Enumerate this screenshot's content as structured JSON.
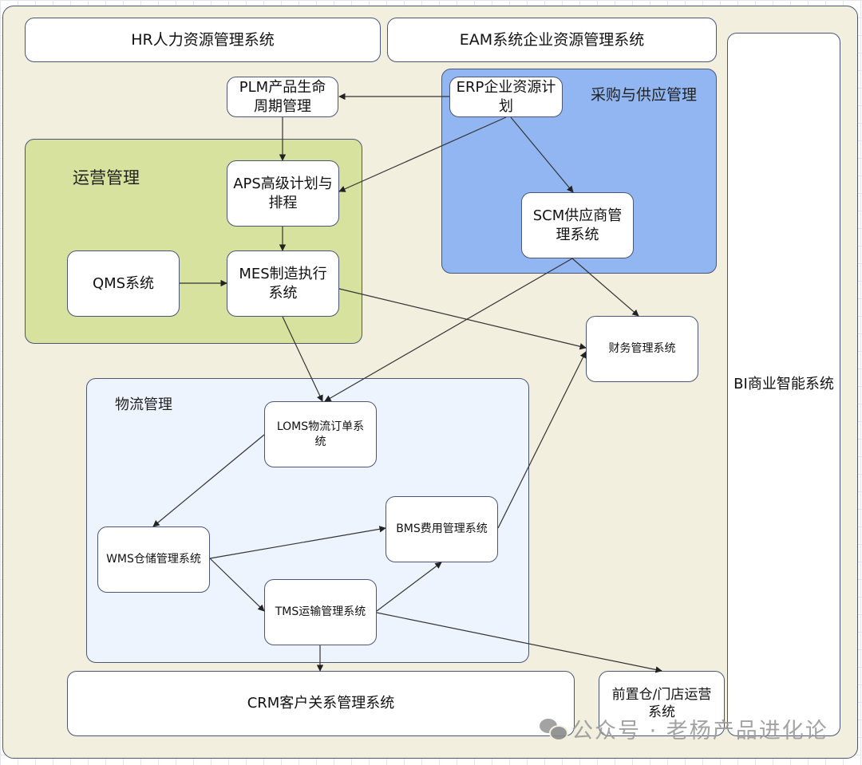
{
  "diagram": {
    "top_systems": {
      "hr": "HR人力资源管理系统",
      "eam": "EAM系统企业资源管理系统",
      "bi": "BI商业智能系统"
    },
    "groups": {
      "operations": {
        "label": "运营管理",
        "color": "#d6e29d"
      },
      "procurement": {
        "label": "采购与供应管理",
        "color": "#91b6f2"
      },
      "logistics": {
        "label": "物流管理",
        "color": "#eef4fd"
      }
    },
    "nodes": {
      "plm": "PLM产品生命\n周期管理",
      "erp": "ERP企业资源计\n划",
      "aps": "APS高级计划与\n排程",
      "qms": "QMS系统",
      "mes": "MES制造执行\n系统",
      "scm": "SCM供应商管\n理系统",
      "finance": "财务管理系统",
      "loms": "LOMS物流订单系\n统",
      "wms": "WMS仓储管理系统",
      "bms": "BMS费用管理系统",
      "tms": "TMS运输管理系统",
      "crm": "CRM客户关系管理系统",
      "store": "前置仓/门店运营\n系统"
    },
    "edges": [
      {
        "from": "erp",
        "to": "plm"
      },
      {
        "from": "plm",
        "to": "aps"
      },
      {
        "from": "erp",
        "to": "aps"
      },
      {
        "from": "erp",
        "to": "scm"
      },
      {
        "from": "aps",
        "to": "mes"
      },
      {
        "from": "qms",
        "to": "mes"
      },
      {
        "from": "mes",
        "to": "finance"
      },
      {
        "from": "scm",
        "to": "finance"
      },
      {
        "from": "mes",
        "to": "loms"
      },
      {
        "from": "scm",
        "to": "loms"
      },
      {
        "from": "loms",
        "to": "wms"
      },
      {
        "from": "wms",
        "to": "bms"
      },
      {
        "from": "wms",
        "to": "tms"
      },
      {
        "from": "tms",
        "to": "bms"
      },
      {
        "from": "bms",
        "to": "finance"
      },
      {
        "from": "tms",
        "to": "crm"
      },
      {
        "from": "tms",
        "to": "store"
      }
    ],
    "watermark": "公众号 · 老杨产品进化论"
  }
}
